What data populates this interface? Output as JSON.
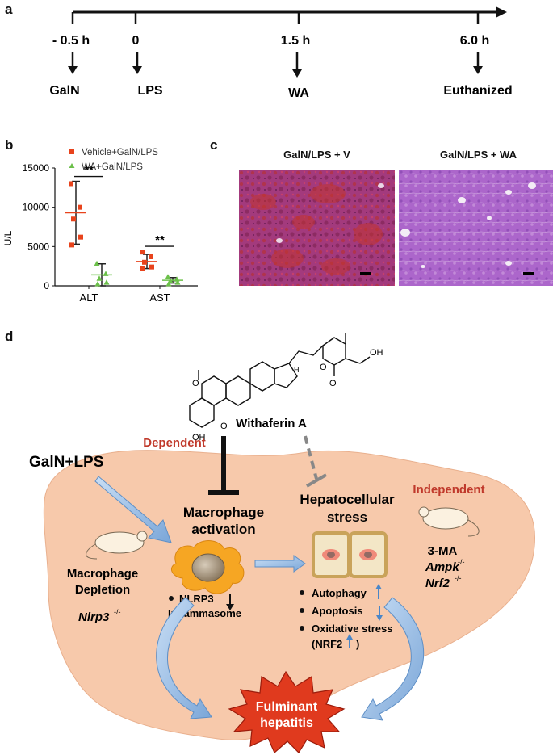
{
  "panels": {
    "a": "a",
    "b": "b",
    "c": "c",
    "d": "d"
  },
  "timeline": {
    "points": [
      {
        "time": "- 0.5 h",
        "event": "GalN"
      },
      {
        "time": "0",
        "event": "LPS"
      },
      {
        "time": "1.5 h",
        "event": "WA"
      },
      {
        "time": "6.0 h",
        "event": "Euthanized"
      }
    ]
  },
  "chart_data": {
    "type": "scatter",
    "categories": [
      "ALT",
      "AST"
    ],
    "ylabel": "U/L",
    "ylim": [
      0,
      15000
    ],
    "yticks": [
      "0",
      "5000",
      "10000",
      "15000"
    ],
    "legend_position": "top",
    "series": [
      {
        "name": "Vehicle+GalN/LPS",
        "color": "#e8431c",
        "marker": "square",
        "points": {
          "ALT": [
            13000,
            10000,
            8500,
            6200,
            5200
          ],
          "AST": [
            4300,
            3700,
            3000,
            2400,
            2200
          ]
        },
        "mean": {
          "ALT": 9300,
          "AST": 3100
        },
        "sd": {
          "ALT": 4000,
          "AST": 900
        }
      },
      {
        "name": "WA+GalN/LPS",
        "color": "#6cc04a",
        "marker": "triangle",
        "points": {
          "ALT": [
            2800,
            1500,
            900,
            400,
            200
          ],
          "AST": [
            1100,
            800,
            600,
            400,
            200
          ]
        },
        "mean": {
          "ALT": 1400,
          "AST": 700
        },
        "sd": {
          "ALT": 1400,
          "AST": 350
        }
      }
    ],
    "significance": [
      {
        "category": "ALT",
        "label": "**"
      },
      {
        "category": "AST",
        "label": "**"
      }
    ]
  },
  "micrographs": [
    {
      "title": "GalN/LPS + V",
      "color": "#9a2b6b"
    },
    {
      "title": "GalN/LPS + WA",
      "color": "#a85ec9"
    }
  ],
  "schematic": {
    "compound": "Withaferin A",
    "compound_atoms": {
      "o_ketone": "O",
      "oh_bottom": "OH",
      "o_epoxide": "O",
      "o_lactone": "O",
      "o_lactone_ring": "O",
      "oh_side": "OH",
      "h": "H"
    },
    "galn_lps": "GalN+LPS",
    "dependent": "Dependent",
    "independent": "Independent",
    "macrophage_activation": [
      "Macrophage",
      "activation"
    ],
    "hepatocellular_stress": [
      "Hepatocellular",
      "stress"
    ],
    "macrophage_depletion": [
      "Macrophage",
      "Depletion"
    ],
    "nlrp3_ko": "Nlrp3",
    "ko_superscript": "-/-",
    "nlrp3_inflammasome": [
      "NLRP3",
      "Inflammasome"
    ],
    "right_labels": [
      "3-MA",
      "Ampk",
      "Nrf2"
    ],
    "stress_items": [
      "Autophagy",
      "Apoptosis",
      "Oxidative stress"
    ],
    "nrf2_paren": [
      "(NRF2",
      ")"
    ],
    "outcome": [
      "Fulminant",
      "hepatitis"
    ],
    "colors": {
      "liver": "#f7c9ab",
      "accent_red": "#c0392b",
      "arrow_blue": "#9dc1e8"
    }
  }
}
